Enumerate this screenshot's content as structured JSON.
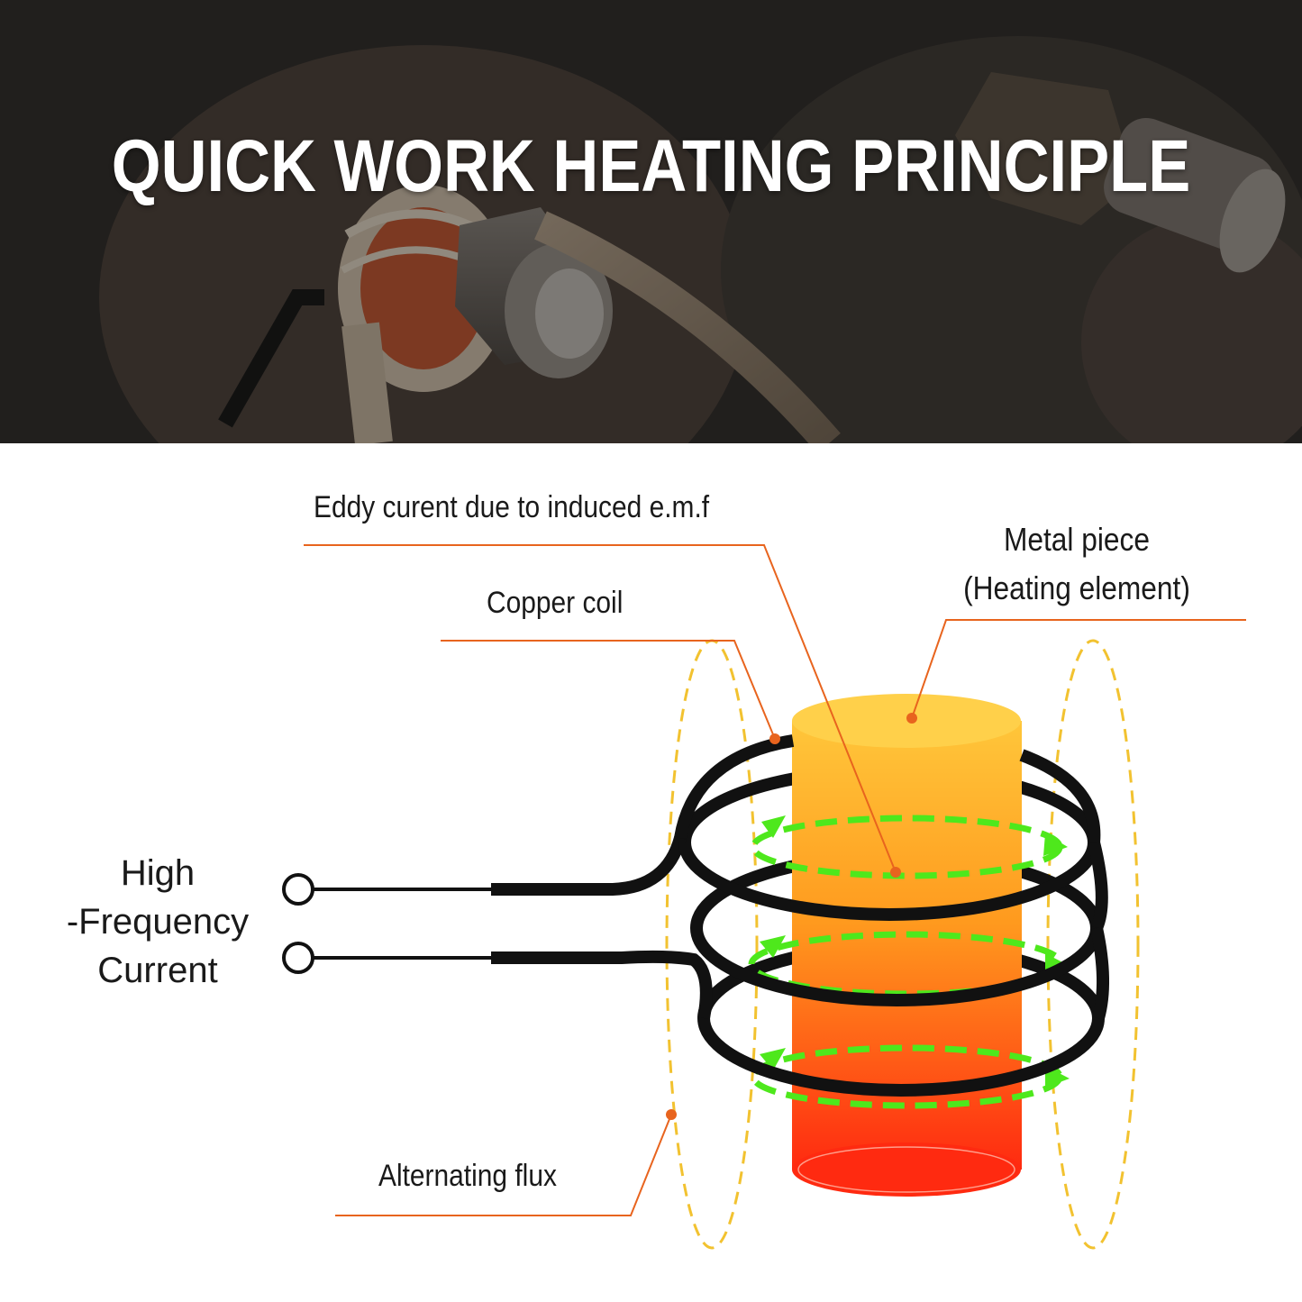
{
  "header": {
    "title": "QUICK WORK HEATING PRINCIPLE"
  },
  "diagram": {
    "labels": {
      "eddy_current": "Eddy curent due to induced e.m.f",
      "metal_piece_line1": "Metal piece",
      "metal_piece_line2": "(Heating element)",
      "copper_coil": "Copper coil",
      "hf_line1": "High",
      "hf_line2": "-Frequency",
      "hf_line3": "Current",
      "alternating_flux": "Alternating flux"
    },
    "colors": {
      "leader_line": "#e8641e",
      "flux": "#f2c230",
      "eddy": "#4ee81c",
      "coil": "#111111",
      "metal_top": "#ffc83c",
      "metal_bottom": "#ff2a10"
    }
  }
}
